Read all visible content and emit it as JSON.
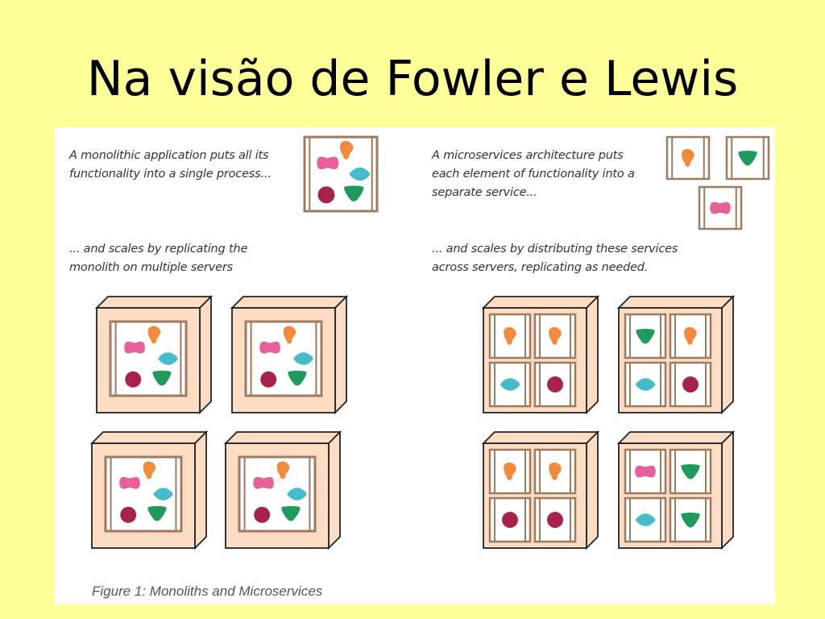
{
  "title": "Na visão de Fowler e Lewis",
  "captions": {
    "mono_process": "A monolithic application puts all its\nfunctionality into a single process...",
    "mono_scale": "... and scales by replicating the\nmonolith on multiple servers",
    "micro_process": "A microservices architecture puts\neach element of functionality into a\nseparate service...",
    "micro_scale": "... and scales by distributing these services\nacross servers, replicating as needed."
  },
  "figure_caption": "Figure 1: Monoliths and Microservices",
  "colors": {
    "background": "#ffff99",
    "server_face": "#fcdcc2",
    "server_outline": "#222222",
    "frame": "#a07a5e",
    "orange": "#f08a3c",
    "pink": "#e8609a",
    "teal": "#45bcc8",
    "maroon": "#a8234a",
    "green": "#1f9a5a"
  },
  "icons": {
    "orange": "orange-blob-icon",
    "pink": "pink-bowtie-icon",
    "teal": "teal-diamond-icon",
    "maroon": "maroon-circle-icon",
    "green": "green-triangle-icon"
  },
  "microservice_servers": [
    [
      "orange",
      "orange",
      "teal",
      "maroon"
    ],
    [
      "green",
      "orange",
      "teal",
      "maroon"
    ],
    [
      "orange",
      "orange",
      "maroon",
      "maroon"
    ],
    [
      "pink",
      "green",
      "teal",
      "green"
    ]
  ]
}
